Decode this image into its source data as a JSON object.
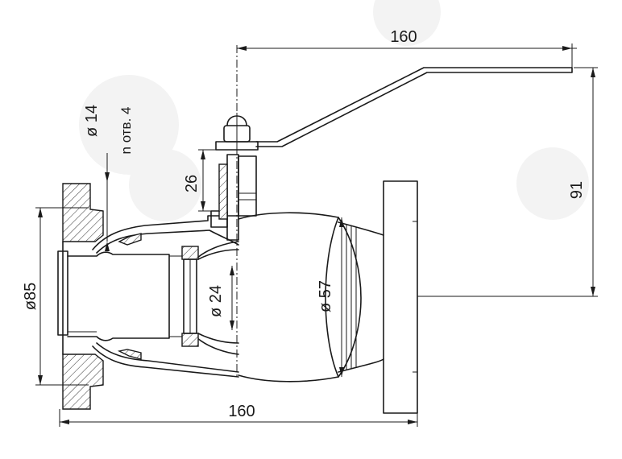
{
  "drawing": {
    "dimensions": {
      "handle_length": "160",
      "height_to_handle": "91",
      "body_length": "160",
      "flange_diameter": "ø85",
      "bolt_hole_diameter": "ø 14",
      "bolt_hole_count": "n отв. 4",
      "stem_height": "26",
      "bore_diameter": "ø 24",
      "ball_diameter": "ø 57"
    }
  }
}
